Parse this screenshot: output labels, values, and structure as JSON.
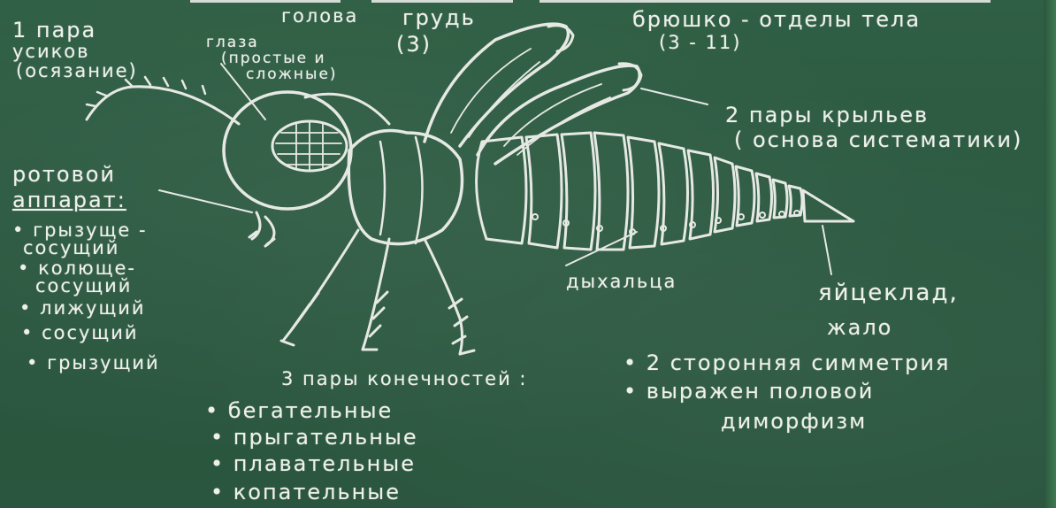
{
  "antenna": {
    "line1": "1 пара",
    "line2": "усиков",
    "line3": "(осязание)"
  },
  "head_label": "голова",
  "chest_label": "грудь",
  "chest_count": "(3)",
  "abdomen_label": "брюшко - отделы тела",
  "abdomen_count": "(3 - 11)",
  "eyes": {
    "line1": "глаза",
    "line2": "(простые и",
    "line3": "сложные)"
  },
  "wings": {
    "line1": "2 пары крыльев",
    "line2": "( основа систематики)"
  },
  "mouth": {
    "title1": "ротовой",
    "title2": "аппарат:",
    "types": [
      "грызуще -",
      "сосущий",
      "колюще-",
      "сосущий",
      "лижущий",
      "сосущий",
      "грызущий"
    ]
  },
  "spiracles_label": "дыхальца",
  "ovipositor": {
    "line1": "яйцеклад,",
    "line2": "жало"
  },
  "symmetry": {
    "line1": "2 сторонняя симметрия",
    "line2": "выражен половой",
    "line3": "диморфизм"
  },
  "legs": {
    "title": "3 пары конечностей :",
    "items": [
      "бегательные",
      "прыгательные",
      "плавательные",
      "копательные"
    ]
  },
  "colors": {
    "board": "#2c5a40",
    "chalk": "#eef0ea"
  }
}
